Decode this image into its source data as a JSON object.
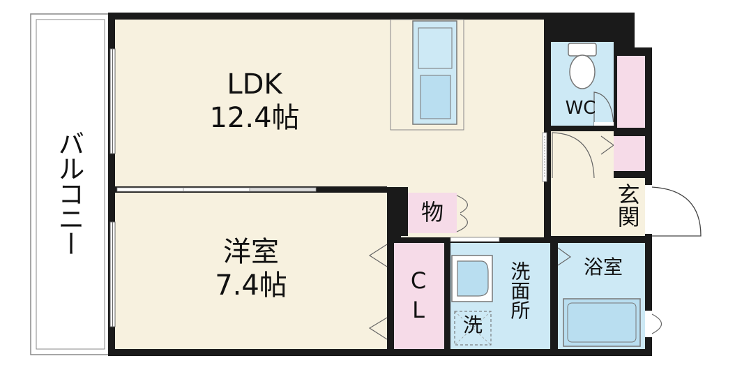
{
  "rooms": {
    "ldk": {
      "name": "LDK",
      "size": "12.4帖"
    },
    "western": {
      "name": "洋室",
      "size": "7.4帖"
    },
    "closet": {
      "c": "C",
      "l": "L"
    },
    "storage": "物",
    "washroom": "洗面所",
    "laundry": "洗",
    "bath": "浴室",
    "wc": "WC",
    "entrance": "玄関",
    "balcony": "バルコニー"
  },
  "colors": {
    "floor": "#f7f1df",
    "wall": "#1a1a1a",
    "blue": "#cde9f5",
    "pink": "#f6dbe8",
    "fixture": "#b9def0"
  }
}
